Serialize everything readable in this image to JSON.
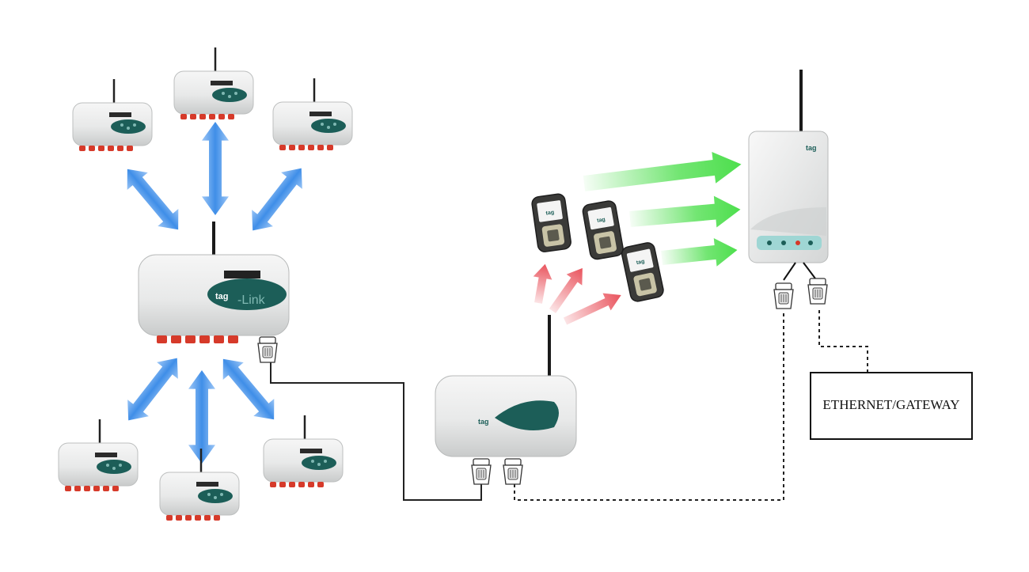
{
  "gateway_box": {
    "label": "ETHERNET/GATEWAY"
  },
  "brand": {
    "logo_text": "tag",
    "link_label": "-Link"
  },
  "colors": {
    "bidirectional_arrow": "#3f8ee8",
    "wireless_data_arrow": "#44dd44",
    "handheld_link_arrow": "#e84b55",
    "device_case": "#e9eaea",
    "device_panel": "#1c5e58",
    "connector_red": "#d63a2a",
    "wire": "#222222"
  },
  "devices": {
    "main_hub": "network-hub",
    "satellite_units": [
      "remote-unit",
      "remote-unit",
      "remote-unit",
      "remote-unit",
      "remote-unit",
      "remote-unit"
    ],
    "coordinator": "coordinator-unit",
    "receiver": "receiver-unit",
    "handhelds": [
      "handheld-terminal",
      "handheld-terminal",
      "handheld-terminal"
    ]
  },
  "links": {
    "hub_to_coordinator": "solid",
    "coordinator_to_receiver": "dashed",
    "receiver_to_gateway": "dashed"
  }
}
